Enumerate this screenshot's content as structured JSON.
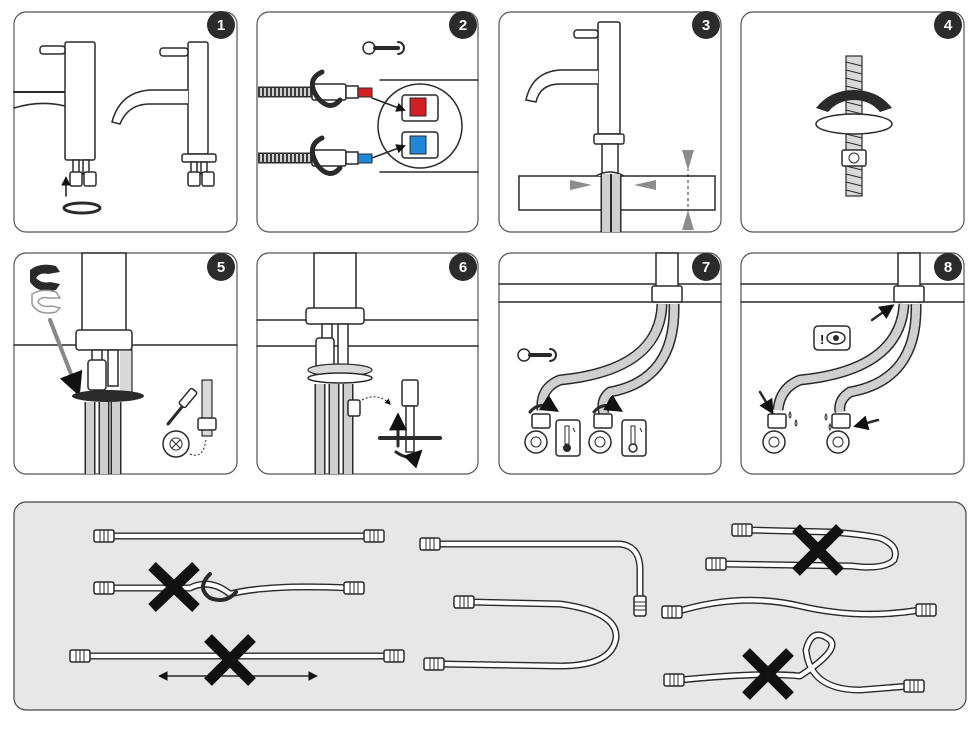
{
  "steps": [
    {
      "label": "1"
    },
    {
      "label": "2"
    },
    {
      "label": "3"
    },
    {
      "label": "4"
    },
    {
      "label": "5"
    },
    {
      "label": "6"
    },
    {
      "label": "7"
    },
    {
      "label": "8"
    }
  ],
  "colors": {
    "hot": "#d21f26",
    "cold": "#1e88d6",
    "outline": "#2a2a2a",
    "panel_bg": "#e7e7e7"
  },
  "icons": [
    "wrench-icon",
    "rotate-arrow-icon",
    "thermometer-hot-icon",
    "thermometer-cold-icon",
    "inspect-eye-icon",
    "wrong-x-icon",
    "screwdriver-icon",
    "socket-wrench-icon"
  ]
}
